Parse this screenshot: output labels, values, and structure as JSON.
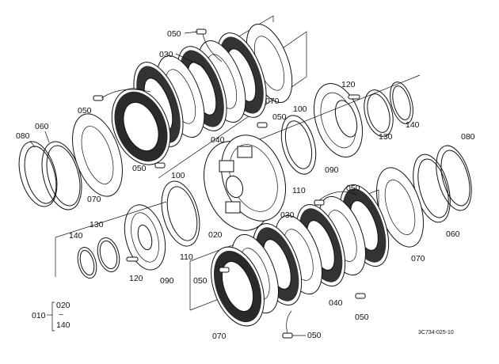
{
  "diagram": {
    "labels": {
      "p050_top": "050",
      "p030_top": "030",
      "p050_left": "050",
      "p070_upper": "070",
      "p050_mid": "050",
      "p040_upper": "040",
      "p050_bot_upper": "050",
      "p080_left": "080",
      "p060_left": "060",
      "p070_left": "070",
      "p100_upper": "100",
      "p120_upper": "120",
      "p130_upper": "130",
      "p140_upper": "140",
      "p090_upper": "090",
      "p110_upper": "110",
      "p100_mid": "100",
      "p020": "020",
      "p110_mid": "110",
      "p050_right": "050",
      "p080_right": "080",
      "p060_right": "060",
      "p070_right": "070",
      "p140_left": "140",
      "p130_left": "130",
      "p120_left": "120",
      "p090_left": "090",
      "p030_lower": "030",
      "p050_lower_left": "050",
      "p040_lower": "040",
      "p050_lower_right": "050",
      "p070_lower": "070",
      "p050_bottom": "050",
      "assy_010": "010",
      "assy_020": "020",
      "assy_tilde": "~",
      "assy_140": "140"
    },
    "figure_code": "3C734-025-10"
  }
}
